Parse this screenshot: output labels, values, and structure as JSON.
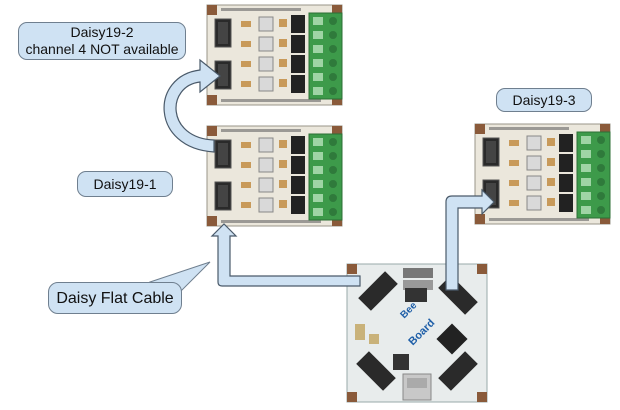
{
  "labels": {
    "daisy19_2_title": "Daisy19-2",
    "daisy19_2_note": "channel 4 NOT available",
    "daisy19_1": "Daisy19-1",
    "daisy19_3": "Daisy19-3",
    "flat_cable": "Daisy Flat Cable"
  },
  "board": {
    "silk_line1": "Bee",
    "silk_line2": "Board"
  },
  "colors": {
    "callout_fill": "#cfe2f3",
    "callout_border": "#6f7f8f",
    "arrow_fill": "#cfe2f3",
    "pcb": "#ebe7dc",
    "terminal_green": "#3d9a4a",
    "chip_dark": "#222222"
  }
}
